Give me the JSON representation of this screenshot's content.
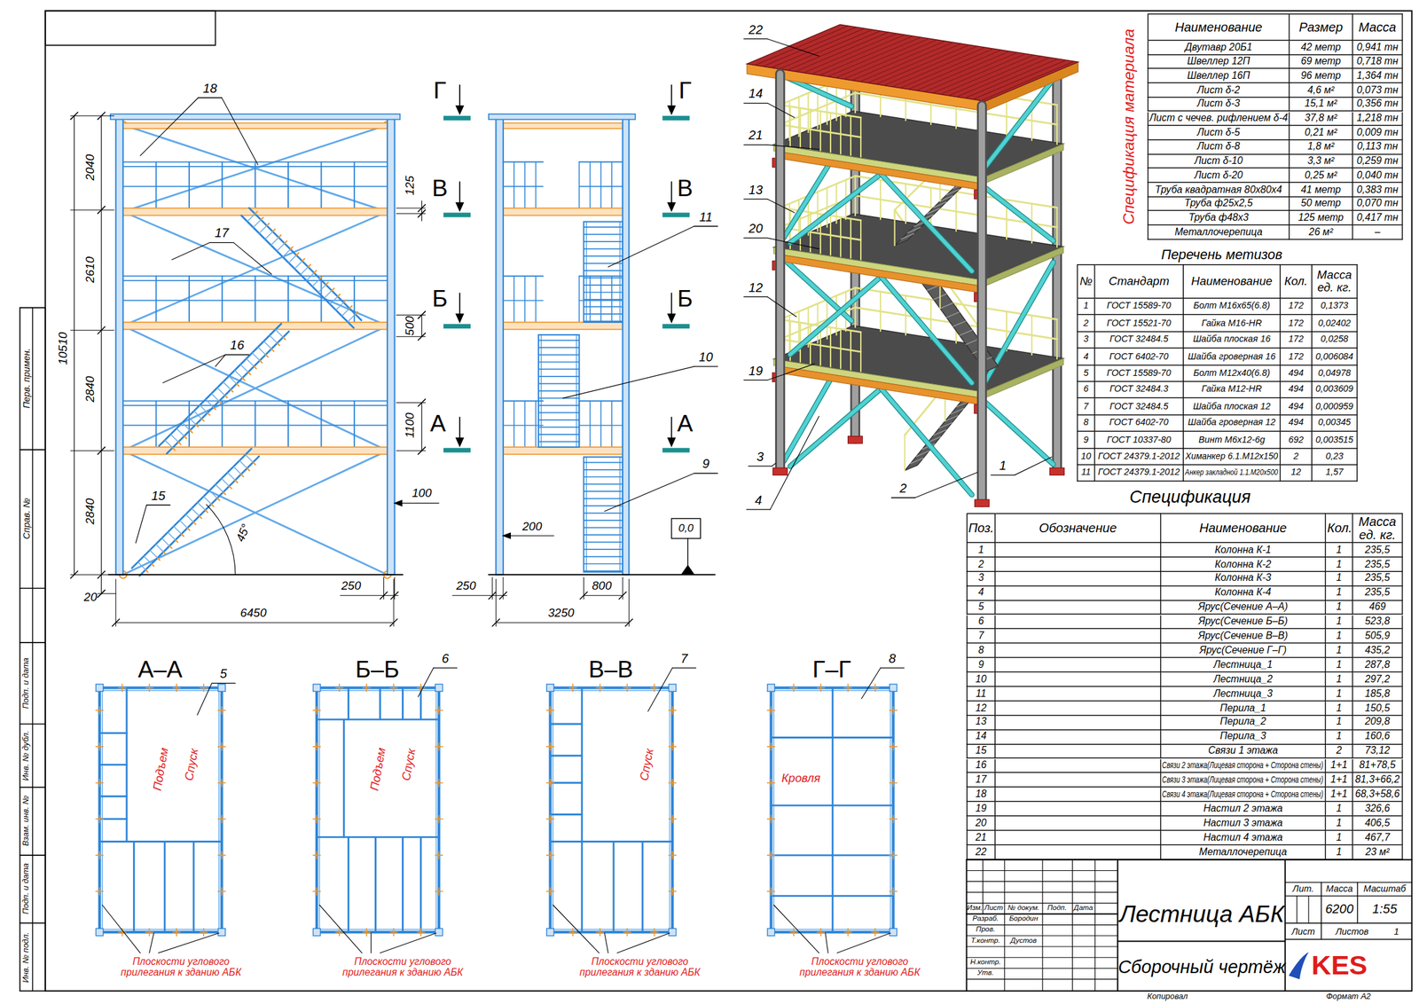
{
  "diagram": {
    "nodes": [
      {
        "text": [
          "Спецификация материала",
          "Наименование",
          "Размер",
          "Масса",
          "Двутавр 20Б1",
          "42 метр",
          "0,941 тн",
          "Швеллер 12П",
          "69 метр",
          "0,718 тн",
          "Швеллер 16П",
          "96 метр",
          "1,364 тн",
          "Лист δ-2",
          "4,6 м²",
          "0,073 тн",
          "Лист δ-3",
          "15,1 м²",
          "0,356 тн",
          "Лист с чечев. рифлением δ-4",
          "37,8 м²",
          "1,218 тн",
          "Лист δ-5",
          "0,21 м²",
          "0,009 тн",
          "Лист δ-8",
          "1,8 м²",
          "0,113 тн",
          "Лист δ-10",
          "3,3 м²",
          "0,259 тн",
          "Лист δ-20",
          "0,25 м²",
          "0,040 тн",
          "Труба квадратная 80х80х4",
          "41 метр",
          "0,383 тн",
          "Труба ф25х2,5",
          "50 метр",
          "0,070 тн",
          "Труба ф48х3",
          "125 метр",
          "0,417 тн",
          "Металлочерепица",
          "26 м²",
          "–"
        ]
      },
      {
        "text": [
          "Перечень метизов",
          "№",
          "Стандарт",
          "Наименование",
          "Кол.",
          "Масса ед. кг.",
          "1",
          "ГОСТ 15589-70",
          "Болт М16х65(6.8)",
          "172",
          "0,1373",
          "2",
          "ГОСТ 15521-70",
          "Гайка М16-HR",
          "172",
          "0,02402",
          "3",
          "ГОСТ 32484.5",
          "Шайба плоская 16",
          "172",
          "0,0258",
          "4",
          "ГОСТ 6402-70",
          "Шайба гроверная 16",
          "172",
          "0,006084",
          "5",
          "ГОСТ 15589-70",
          "Болт М12х40(6.8)",
          "494",
          "0,04978",
          "6",
          "ГОСТ 32484.3",
          "Гайка М12-HR",
          "494",
          "0,003609",
          "7",
          "ГОСТ 32484.5",
          "Шайба плоская 12",
          "494",
          "0,000959",
          "8",
          "ГОСТ 6402-70",
          "Шайба гроверная 12",
          "494",
          "0,00345",
          "9",
          "ГОСТ 10337-80",
          "Винт М6х12-6g",
          "692",
          "0,003515",
          "10",
          "ГОСТ 24379.1-2012",
          "Химанкер 6.1.М12х150",
          "2",
          "0,23",
          "11",
          "ГОСТ 24379.1-2012",
          "Анкер закладной 1.1.М20х500",
          "12",
          "1,57"
        ]
      },
      {
        "text": [
          "Спецификация",
          "Поз.",
          "Обозначение",
          "Наименование",
          "Кол.",
          "Масса ед. кг.",
          "1",
          "Колонна К-1",
          "1",
          "235,5",
          "2",
          "Колонна К-2",
          "1",
          "235,5",
          "3",
          "Колонна К-3",
          "1",
          "235,5",
          "4",
          "Колонна К-4",
          "1",
          "235,5",
          "5",
          "Ярус(Сечение А–А)",
          "1",
          "469",
          "6",
          "Ярус(Сечение Б–Б)",
          "1",
          "523,8",
          "7",
          "Ярус(Сечение В–В)",
          "1",
          "505,9",
          "8",
          "Ярус(Сечение Г–Г)",
          "1",
          "435,2",
          "9",
          "Лестница_1",
          "1",
          "287,8",
          "10",
          "Лестница_2",
          "1",
          "297,2",
          "11",
          "Лестница_3",
          "1",
          "185,8",
          "12",
          "Перила_1",
          "1",
          "150,5",
          "13",
          "Перила_2",
          "1",
          "209,8",
          "14",
          "Перила_3",
          "1",
          "160,6",
          "15",
          "Связи 1 этажа",
          "2",
          "73,12",
          "16",
          "Связи 2 этажа(Лицевая сторона + Сторона стены)",
          "1+1",
          "81+78,5",
          "17",
          "Связи 3 этажа(Лицевая сторона + Сторона стены)",
          "1+1",
          "81,3+66,2",
          "18",
          "Связи 4 этажа(Лицевая сторона + Сторона стены)",
          "1+1",
          "68,3+58,6",
          "19",
          "Настил 2 этажа",
          "1",
          "326,6",
          "20",
          "Настил 3 этажа",
          "1",
          "406,5",
          "21",
          "Настил 4 этажа",
          "1",
          "467,7",
          "22",
          "Металлочерепица",
          "1",
          "23 м²"
        ]
      },
      {
        "text": [
          "Изм.",
          "Лист",
          "№ докум.",
          "Подп.",
          "Дата",
          "Разраб.",
          "Бородин",
          "Пров.",
          "Т.контр.",
          "Дустов",
          "Н.контр.",
          "Утв.",
          "Лестница АБК",
          "Сборочный чертёж",
          "Лит.",
          "Масса",
          "Масштаб",
          "6200",
          "1:55",
          "Лист",
          "Листов",
          "1",
          "KES",
          "Копировал",
          "Формат А2"
        ]
      },
      {
        "text": [
          "А–А",
          "Подъем",
          "Спуск"
        ]
      },
      {
        "text": [
          "Б–Б",
          "Подъем",
          "Спуск"
        ]
      },
      {
        "text": [
          "В–В",
          "Спуск"
        ]
      },
      {
        "text": [
          "Г–Г",
          "Кровля"
        ]
      }
    ],
    "labels": [
      "18",
      "17",
      "16",
      "15",
      "11",
      "10",
      "9",
      "22",
      "14",
      "21",
      "13",
      "20",
      "12",
      "19",
      "3",
      "4",
      "2",
      "1",
      "2040",
      "2610",
      "2840",
      "2840",
      "10510",
      "125",
      "500",
      "1100",
      "100",
      "45°",
      "250",
      "20",
      "6450",
      "250",
      "200",
      "800",
      "3250",
      "0,0",
      "Г",
      "Г",
      "В",
      "В",
      "Б",
      "Б",
      "А",
      "А",
      "5",
      "6",
      "7",
      "8",
      "Плоскости углового прилегания к зданию АБК",
      "Плоскости углового прилегания к зданию АБК",
      "Плоскости углового прилегания к зданию АБК",
      "Плоскости углового прилегания к зданию АБК",
      "Перв. примен.",
      "Справ. №",
      "Подп. и дата",
      "Инв. № дубл.",
      "Взам. инв. №",
      "Подп. и дата",
      "Инв. № подл."
    ]
  }
}
